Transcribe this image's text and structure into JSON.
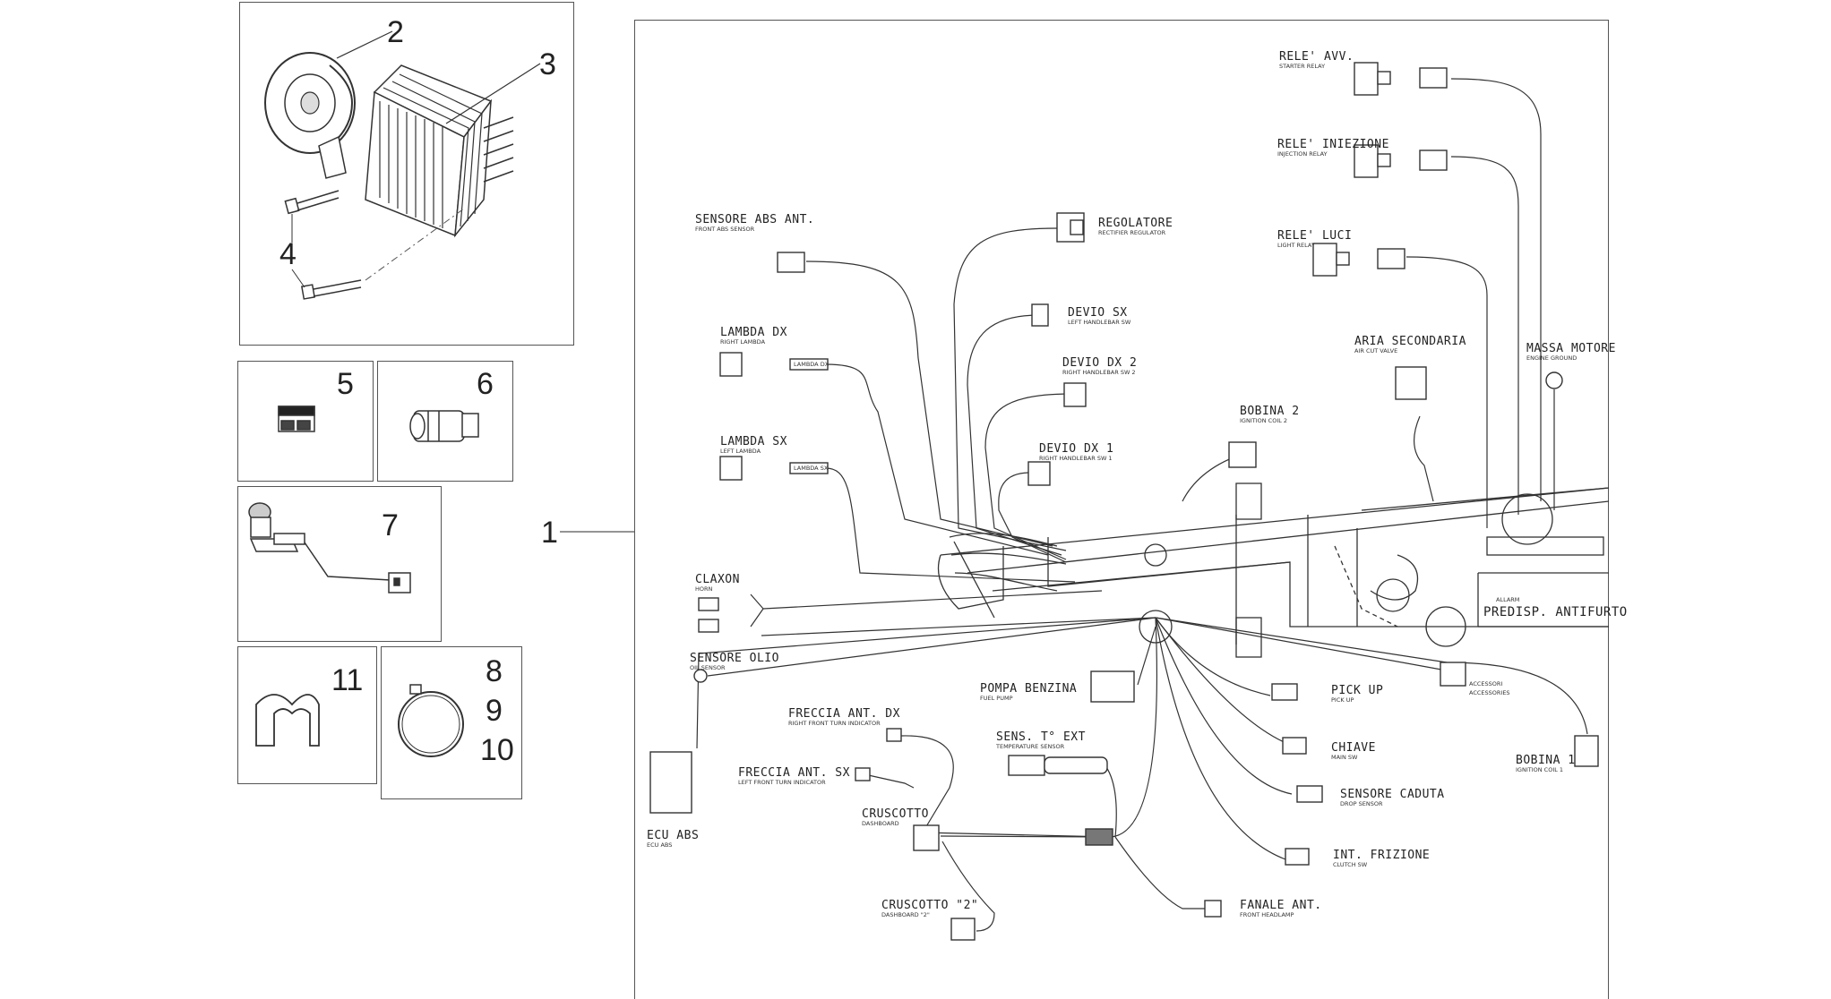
{
  "parts_panels": [
    {
      "id": "p1",
      "numbers": [
        "2",
        "3",
        "4"
      ]
    },
    {
      "id": "p5",
      "numbers": [
        "5"
      ]
    },
    {
      "id": "p6",
      "numbers": [
        "6"
      ]
    },
    {
      "id": "p7",
      "numbers": [
        "7"
      ]
    },
    {
      "id": "p11",
      "numbers": [
        "11"
      ]
    },
    {
      "id": "p8",
      "numbers": [
        "8",
        "9",
        "10"
      ]
    }
  ],
  "main_callout": "1",
  "labels": {
    "rele_avv": {
      "main": "RELE' AVV.",
      "sub": "STARTER RELAY"
    },
    "rele_iniezione": {
      "main": "RELE' INIEZIONE",
      "sub": "INJECTION RELAY"
    },
    "rele_luci": {
      "main": "RELE' LUCI",
      "sub": "LIGHT RELAY"
    },
    "sensore_abs": {
      "main": "SENSORE ABS ANT.",
      "sub": "FRONT ABS SENSOR"
    },
    "regolatore": {
      "main": "REGOLATORE",
      "sub": "RECTIFIER REGULATOR"
    },
    "devio_sx": {
      "main": "DEVIO SX",
      "sub": "LEFT HANDLEBAR SW"
    },
    "devio_dx2": {
      "main": "DEVIO DX 2",
      "sub": "RIGHT HANDLEBAR SW 2"
    },
    "devio_dx1": {
      "main": "DEVIO DX 1",
      "sub": "RIGHT HANDLEBAR SW 1"
    },
    "lambda_dx": {
      "main": "LAMBDA DX",
      "sub": "RIGHT LAMBDA",
      "tag": "LAMBDA DX"
    },
    "lambda_sx": {
      "main": "LAMBDA SX",
      "sub": "LEFT LAMBDA",
      "tag": "LAMBDA SX"
    },
    "aria_secondaria": {
      "main": "ARIA SECONDARIA",
      "sub": "AIR CUT VALVE"
    },
    "massa_motore": {
      "main": "MASSA MOTORE",
      "sub": "ENGINE GROUND"
    },
    "bobina2": {
      "main": "BOBINA 2",
      "sub": "IGNITION COIL 2"
    },
    "claxon": {
      "main": "CLAXON",
      "sub": "HORN"
    },
    "sensore_olio": {
      "main": "SENSORE OLIO",
      "sub": "OIL SENSOR"
    },
    "pompa_benzina": {
      "main": "POMPA BENZINA",
      "sub": "FUEL PUMP"
    },
    "pick_up": {
      "main": "PICK UP",
      "sub": "PICK UP"
    },
    "accessori": {
      "main": "ACCESSORI",
      "sub": "ACCESSORIES"
    },
    "bobina1": {
      "main": "BOBINA 1",
      "sub": "IGNITION COIL 1"
    },
    "predisp": {
      "main": "PREDISP. ANTIFURTO",
      "sub": "ALLARM"
    },
    "freccia_dx": {
      "main": "FRECCIA ANT. DX",
      "sub": "RIGHT FRONT TURN INDICATOR"
    },
    "freccia_sx": {
      "main": "FRECCIA ANT. SX",
      "sub": "LEFT FRONT TURN INDICATOR"
    },
    "sens_temp": {
      "main": "SENS. T° EXT",
      "sub": "TEMPERATURE SENSOR"
    },
    "chiave": {
      "main": "CHIAVE",
      "sub": "MAIN SW"
    },
    "sensore_caduta": {
      "main": "SENSORE CADUTA",
      "sub": "DROP SENSOR"
    },
    "cruscotto": {
      "main": "CRUSCOTTO",
      "sub": "DASHBOARD"
    },
    "int_frizione": {
      "main": "INT. FRIZIONE",
      "sub": "CLUTCH SW"
    },
    "cruscotto2": {
      "main": "CRUSCOTTO \"2\"",
      "sub": "DASHBOARD \"2\""
    },
    "ecu_abs": {
      "main": "ECU ABS",
      "sub": "ECU ABS"
    },
    "fanale_ant": {
      "main": "FANALE ANT.",
      "sub": "FRONT HEADLAMP"
    }
  }
}
